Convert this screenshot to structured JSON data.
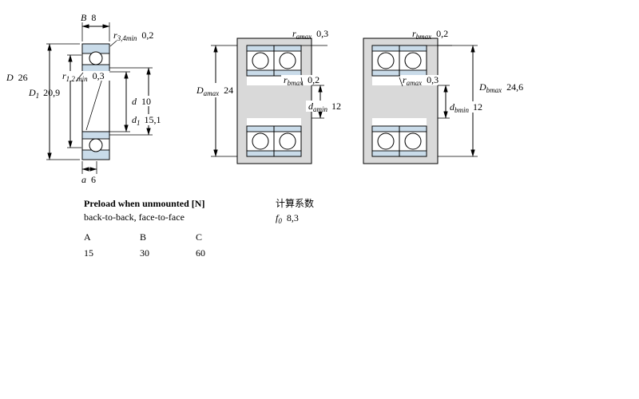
{
  "colors": {
    "ring_fill": "#c9dbe9",
    "steel_fill": "#d9d9d9",
    "line": "#000000"
  },
  "left_view": {
    "dims": {
      "B": {
        "sym": "B",
        "val": "8"
      },
      "r34": {
        "sym": "r",
        "sub": "3,4min",
        "val": "0,2"
      },
      "D": {
        "sym": "D",
        "val": "26"
      },
      "D1": {
        "sym": "D",
        "sub": "1",
        "val": "20,9"
      },
      "r12": {
        "sym": "r",
        "sub": "1,2 min",
        "val": "0,3"
      },
      "d": {
        "sym": "d",
        "val": "10"
      },
      "d1": {
        "sym": "d",
        "sub": "1",
        "val": "15,1"
      },
      "a": {
        "sym": "a",
        "val": "6"
      }
    }
  },
  "middle_view": {
    "dims": {
      "ra": {
        "sym": "r",
        "sub": "amax",
        "val": "0,3"
      },
      "Da": {
        "sym": "D",
        "sub": "amax",
        "val": "24"
      },
      "rb": {
        "sym": "r",
        "sub": "bmax",
        "val": "0,2"
      },
      "da": {
        "sym": "d",
        "sub": "amin",
        "val": "12"
      }
    }
  },
  "right_view": {
    "dims": {
      "rb": {
        "sym": "r",
        "sub": "bmax",
        "val": "0,2"
      },
      "ra": {
        "sym": "r",
        "sub": "amax",
        "val": "0,3"
      },
      "Db": {
        "sym": "D",
        "sub": "bmax",
        "val": "24,6"
      },
      "db": {
        "sym": "d",
        "sub": "bmin",
        "val": "12"
      }
    }
  },
  "preload": {
    "title": "Preload when unmounted [N]",
    "subtitle": "back-to-back, face-to-face",
    "columns": [
      "A",
      "B",
      "C"
    ],
    "values": [
      "15",
      "30",
      "60"
    ]
  },
  "factors": {
    "title": "计算系数",
    "f0": {
      "sym": "f",
      "sub": "0",
      "val": "8,3"
    }
  }
}
